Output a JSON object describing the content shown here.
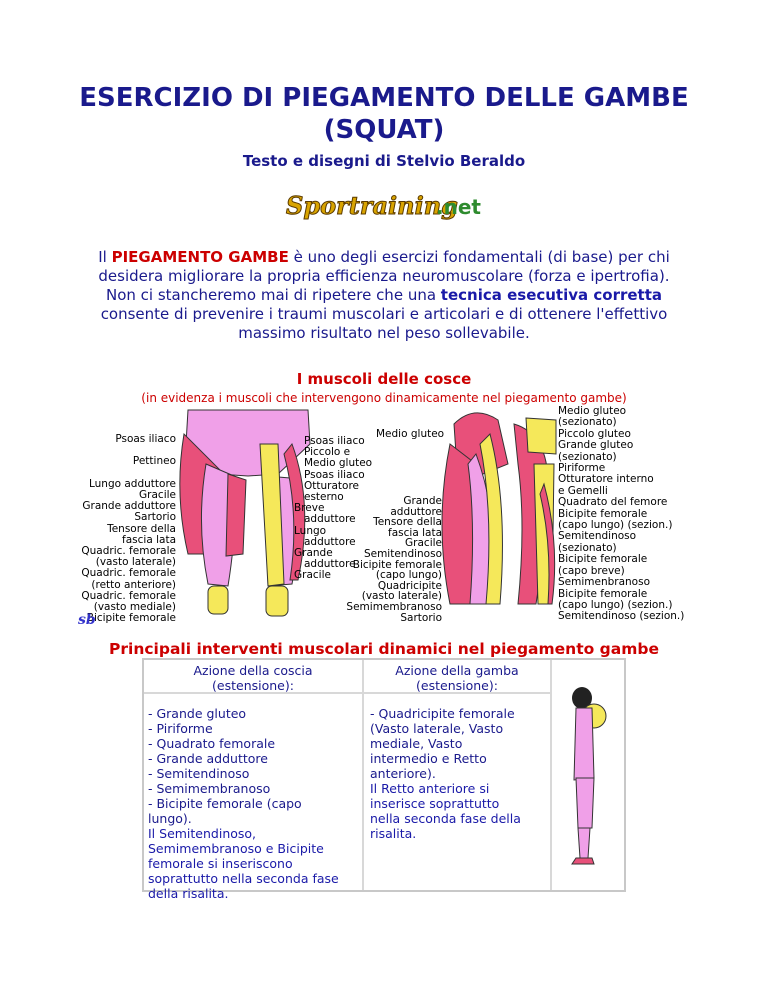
{
  "title_line1": "ESERCIZIO DI PIEGAMENTO DELLE GAMBE",
  "title_line2": "(SQUAT)",
  "subtitle": "Testo e disegni di Stelvio Beraldo",
  "logo": {
    "word1": "Sportraining",
    "word2": ".net"
  },
  "intro": {
    "t1": "Il ",
    "hl1": "PIEGAMENTO GAMBE",
    "t2": " è uno degli esercizi fondamentali (di base) per chi desidera migliorare la propria efficienza neuromuscolare (forza e ipertrofia). Non ci stancheremo mai di ripetere che una ",
    "hl2": "tecnica esecutiva corretta",
    "t3": " consente di prevenire i traumi muscolari e articolari e di ottenere l'effettivo massimo risultato nel peso sollevabile."
  },
  "section1": {
    "title": "I muscoli delle cosce",
    "subtitle": "(in evidenza i muscoli che intervengono dinamicamente nel piegamento gambe)"
  },
  "figure": {
    "left_labels": [
      "Psoas iliaco",
      "Pettineo",
      "Lungo adduttore",
      "Gracile",
      "Grande adduttore",
      "Sartorio",
      "Tensore della",
      "fascia lata",
      "Quadric. femorale",
      "(vasto laterale)",
      "Quadric. femorale",
      "(retto anteriore)",
      "Quadric. femorale",
      "(vasto mediale)",
      "Bicipite femorale"
    ],
    "mid_labels": [
      "Psoas iliaco",
      "Piccolo e",
      "Medio gluteo",
      "Psoas iliaco",
      "Otturatore",
      "esterno",
      "Breve",
      "adduttore",
      "Lungo",
      "adduttore",
      "Grande",
      "adduttore",
      "Gracile"
    ],
    "center_top": "Medio gluteo",
    "center_labels": [
      "Grande",
      "adduttore",
      "Tensore della",
      "fascia lata",
      "Gracile",
      "Semitendinoso",
      "Bicipite femorale",
      "(capo lungo)",
      "Quadricipite",
      "(vasto laterale)",
      "Semimembranoso",
      "Sartorio"
    ],
    "right_labels": [
      "Medio gluteo",
      "(sezionato)",
      "Piccolo gluteo",
      "Grande gluteo",
      "(sezionato)",
      "Piriforme",
      "Otturatore interno",
      "e Gemelli",
      "Quadrato del femore",
      "Bicipite femorale",
      "(capo lungo) (sezion.)",
      "Semitendinoso",
      "(sezionato)",
      "Bicipite femorale",
      "(capo breve)",
      "Semimenbranoso",
      "Bicipite femorale",
      "(capo lungo) (sezion.)",
      "Semitendinoso (sezion.)"
    ],
    "signature": "sb"
  },
  "section2": {
    "title": "Principali interventi muscolari dinamici nel piegamento gambe",
    "col1_header": [
      "Azione della coscia",
      "(estensione):"
    ],
    "col2_header": [
      "Azione della gamba",
      "(estensione):"
    ],
    "col1_items": [
      "- Grande gluteo",
      "- Piriforme",
      "- Quadrato femorale",
      "- Grande adduttore",
      "- Semitendinoso",
      "- Semimembranoso",
      "- Bicipite femorale (capo",
      "lungo)."
    ],
    "col1_note": [
      "Il Semitendinoso,",
      "Semimembranoso e Bicipite",
      "femorale si inseriscono",
      "soprattutto nella seconda fase",
      "della risalita."
    ],
    "col2_items": [
      "- Quadricipite femorale",
      "(Vasto laterale, Vasto",
      "mediale, Vasto",
      "intermedio e Retto",
      "anteriore)."
    ],
    "col2_note": [
      "Il Retto anteriore si",
      "inserisce soprattutto",
      "nella seconda fase della",
      "risalita."
    ]
  }
}
